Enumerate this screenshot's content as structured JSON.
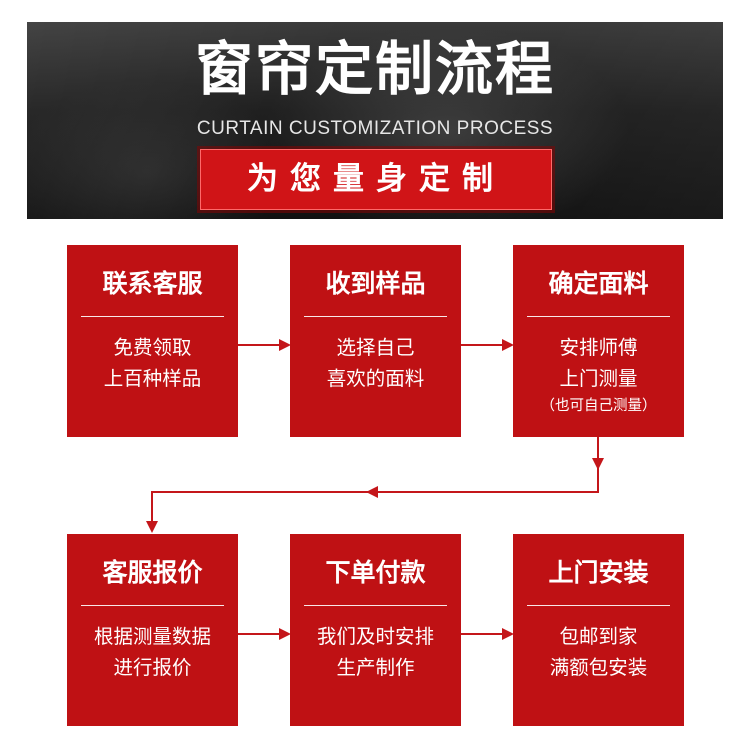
{
  "banner": {
    "title": "窗帘定制流程",
    "subtitle": "CURTAIN CUSTOMIZATION PROCESS",
    "badge": "为您量身定制"
  },
  "steps": [
    {
      "title": "联系客服",
      "lines": [
        "免费领取",
        "上百种样品"
      ]
    },
    {
      "title": "收到样品",
      "lines": [
        "选择自己",
        "喜欢的面料"
      ]
    },
    {
      "title": "确定面料",
      "lines": [
        "安排师傅",
        "上门测量"
      ],
      "note": "（也可自己测量）"
    },
    {
      "title": "客服报价",
      "lines": [
        "根据测量数据",
        "进行报价"
      ]
    },
    {
      "title": "下单付款",
      "lines": [
        "我们及时安排",
        "生产制作"
      ]
    },
    {
      "title": "上门安装",
      "lines": [
        "包邮到家",
        "满额包安装"
      ]
    }
  ],
  "colors": {
    "accent": "#bf1114",
    "badge": "#d01417",
    "banner_dark": "#1f1f1f"
  }
}
